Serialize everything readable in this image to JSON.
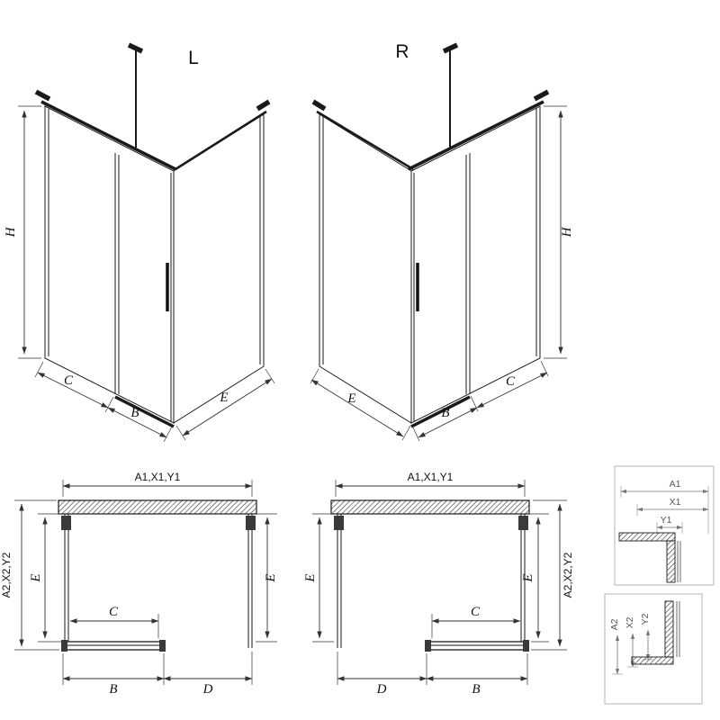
{
  "colors": {
    "line": "#1a1a1a",
    "dimension": "#333333",
    "detail": "#555555"
  },
  "iso_left": {
    "label": "L",
    "dim_height": "H",
    "dim_fixed": "C",
    "dim_door": "B",
    "dim_return": "E"
  },
  "iso_right": {
    "label": "R",
    "dim_height": "H",
    "dim_return": "E",
    "dim_door": "B",
    "dim_fixed": "C"
  },
  "plan_left": {
    "dim_top": "A1,X1,Y1",
    "dim_left_outer": "A2,X2,Y2",
    "dim_left_inner": "E",
    "dim_right": "E",
    "dim_clear": "C",
    "dim_bottom_left": "B",
    "dim_bottom_right": "D"
  },
  "plan_right": {
    "dim_top": "A1,X1,Y1",
    "dim_left": "E",
    "dim_right_inner": "E",
    "dim_right_outer": "A2,X2,Y2",
    "dim_clear": "C",
    "dim_bottom_left": "D",
    "dim_bottom_right": "B"
  },
  "detail_top": {
    "dim_a": "A1",
    "dim_x": "X1",
    "dim_y": "Y1"
  },
  "detail_bottom": {
    "dim_a": "A2",
    "dim_x": "X2",
    "dim_y": "Y2"
  }
}
